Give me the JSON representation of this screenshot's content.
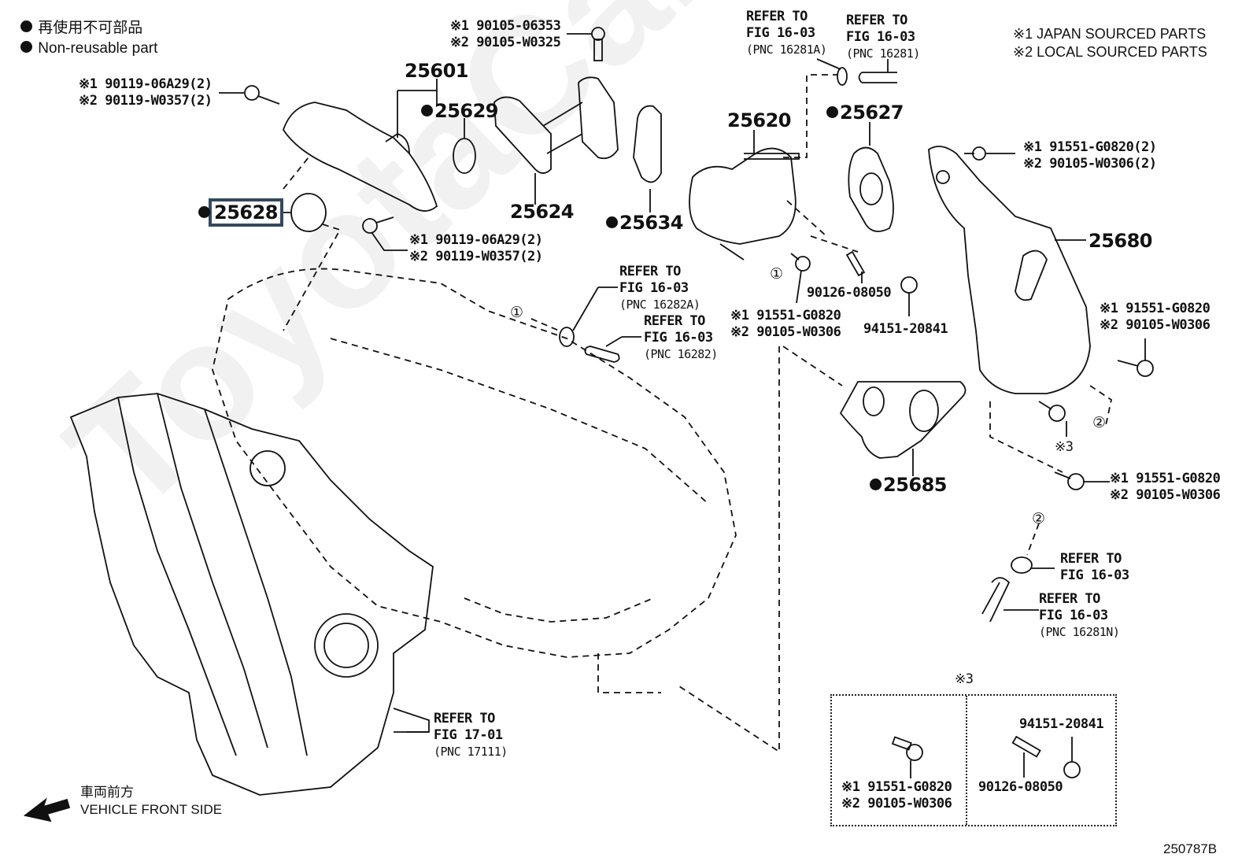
{
  "legend": {
    "non_reusable_jp": "再使用不可部品",
    "non_reusable_en": "Non-reusable part",
    "source_1": "※1 JAPAN SOURCED PARTS",
    "source_2": "※2 LOCAL SOURCED PARTS"
  },
  "watermark": "ToyotaCarMaa.ru",
  "parts": {
    "p25601": "25601",
    "p25629": "25629",
    "p25628": "25628",
    "p25624": "25624",
    "p25634": "25634",
    "p25620": "25620",
    "p25627": "25627",
    "p25680": "25680",
    "p25685": "25685"
  },
  "fasteners": {
    "bolt_top_left": [
      "※1 90119-06A29(2)",
      "※2 90119-W0357(2)"
    ],
    "bolt_mid_left": [
      "※1 90119-06A29(2)",
      "※2 90119-W0357(2)"
    ],
    "bolt_top_center": [
      "※1 90105-06353",
      "※2 90105-W0325"
    ],
    "bolt_top_right": [
      "※1 91551-G0820(2)",
      "※2 90105-W0306(2)"
    ],
    "bolt_center": [
      "※1 91551-G0820",
      "※2 90105-W0306"
    ],
    "stud_center": "90126-08050",
    "nut_center": "94151-20841",
    "bolt_right_upper": [
      "※1 91551-G0820",
      "※2 90105-W0306"
    ],
    "bolt_right_lower": [
      "※1 91551-G0820",
      "※2 90105-W0306"
    ],
    "note_3": "※3"
  },
  "references": {
    "ref_16281A": [
      "REFER TO",
      "FIG 16-03",
      "(PNC 16281A)"
    ],
    "ref_16281": [
      "REFER TO",
      "FIG 16-03",
      "(PNC 16281)"
    ],
    "ref_16282A": [
      "REFER TO",
      "FIG 16-03",
      "(PNC 16282A)"
    ],
    "ref_16282": [
      "REFER TO",
      "FIG 16-03",
      "(PNC 16282)"
    ],
    "ref_clamp_right": [
      "REFER TO",
      "FIG 16-03"
    ],
    "ref_16281N": [
      "REFER TO",
      "FIG 16-03",
      "(PNC 16281N)"
    ],
    "ref_17111": [
      "REFER TO",
      "FIG 17-01",
      "(PNC 17111)"
    ]
  },
  "markers": {
    "circle_1": "①",
    "circle_2": "②"
  },
  "detail_box": {
    "title": "※3",
    "left": [
      "※1 91551-G0820",
      "※2 90105-W0306"
    ],
    "right_nut": "94151-20841",
    "right_stud": "90126-08050"
  },
  "direction": {
    "jp": "車両前方",
    "en": "VEHICLE FRONT SIDE"
  },
  "figure_id": "250787B"
}
